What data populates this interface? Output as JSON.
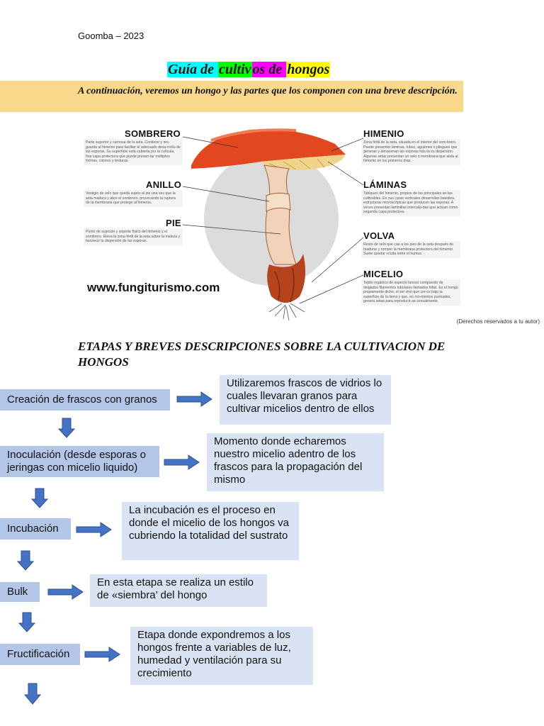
{
  "header": {
    "text": "Goomba – 2023"
  },
  "title": {
    "p1": "Guía de ",
    "p2": "cultiv",
    "p3": "os de ",
    "p4": "hongos"
  },
  "intro": "A continuación, veremos un hongo y las partes que los componen con una breve descripción.",
  "figure": {
    "url": "www.fungiturismo.com",
    "parts": [
      {
        "name": "SOMBRERO",
        "desc": "Parte superior y carnosa de la seta. Contiene y res-guarda al himenio para facilitar el adecuado desa-rrollo de las esporas. Su superficie está cubierta por la cutícula, fina capa protectora que puede presen-tar múltiples formas, colores y texturas."
      },
      {
        "name": "ANILLO",
        "desc": "Vestigio de velo que queda sujeto al pie una vez que la seta madura y abre el sombrero, provocando la ruptura de la membrana que protege al himenio."
      },
      {
        "name": "PIE",
        "desc": "Punto de sujeción y soporte físico del himenio y el sombrero. Eleva la zona fértil de la seta sobre la maleza y favorece la dispersión de las esporas."
      },
      {
        "name": "HIMENIO",
        "desc": "Zona fértil de la seta, situada en el interior del som-brero. Puede presentar láminas, tubos, agujones o pliegues que generan y almacenan las esporas has-ta su dispersión. Algunas setas presentan un velo o membrana que aisla al himenio en los primeros días."
      },
      {
        "name": "LÁMINAS",
        "desc": "Tabiques del himenio, propios de las principales se-tas cultivables. En sus caras verticales desarrollan basidios, estructuras microscópicas que producen las esporas. A veces presentan laminillas intercala-das que actúan como segunda capa protectora."
      },
      {
        "name": "VOLVA",
        "desc": "Resto de velo que cae a los pies de la seta después de madurar y romper la membrana protectora del himenio. Suele quedar oculta entre el humus."
      },
      {
        "name": "MICELIO",
        "desc": "Tejido orgánico de aspecto lanoso compuesto de delgados filamentos tubulares llamados hifas. Es el hongo propiamente dicho, el ser vivo que cre-ce bajo la superficie de la tierra y que, en mo-mentos puntuales, genera setas para reproducir-se sexualmente."
      }
    ]
  },
  "credit": "(Derechos reservados a tu autor)",
  "section_title": "ETAPAS Y BREVES DESCRIPCIONES SOBRE LA CULTIVACION DE HONGOS",
  "stages": [
    {
      "name": "Creación de frascos con granos",
      "desc": "Utilizaremos frascos de vidrios lo cuales llevaran granos para cultivar micelios dentro de ellos"
    },
    {
      "name": "Inoculación (desde esporas o jeringas con micelio liquido)",
      "desc": "Momento donde echaremos nuestro micelio adentro de los frascos para la propagación del mismo"
    },
    {
      "name": "Incubación",
      "desc": "La incubación es el proceso en donde el micelio de los hongos va cubriendo la totalidad del sustrato"
    },
    {
      "name": "Bulk",
      "desc": "En esta etapa se realiza un estilo de «siembra’ del hongo"
    },
    {
      "name": "Fructificación",
      "desc": "Etapa donde expondremos a los hongos frente a variables de luz, humedad y ventilación para su crecimiento"
    }
  ],
  "colors": {
    "arrow": "#4472c4",
    "stage_bg": "#b3c6e7",
    "desc_bg": "#dae3f3",
    "intro_bg": "#fad98d"
  }
}
